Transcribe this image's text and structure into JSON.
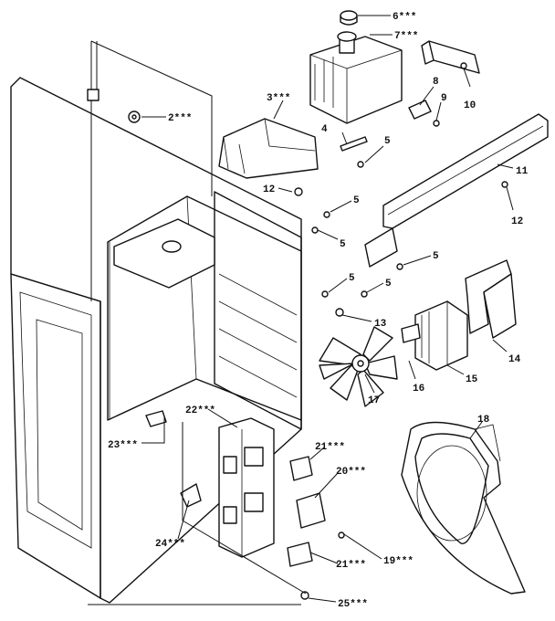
{
  "callouts": {
    "c6": "6***",
    "c7": "7***",
    "c3": "3***",
    "c2": "2***",
    "c8": "8",
    "c9": "9",
    "c10": "10",
    "c4": "4",
    "c5a": "5",
    "c11": "11",
    "c12a": "12",
    "c12b": "12",
    "c5b": "5",
    "c5c": "5",
    "c5d": "5",
    "c5e": "5",
    "c5f": "5",
    "c13": "13",
    "c14": "14",
    "c15": "15",
    "c16": "16",
    "c17": "17",
    "c18": "18",
    "c22": "22***",
    "c23": "23***",
    "c21a": "21***",
    "c20": "20***",
    "c24": "24***",
    "c19": "19***",
    "c21b": "21***",
    "c25": "25***"
  }
}
